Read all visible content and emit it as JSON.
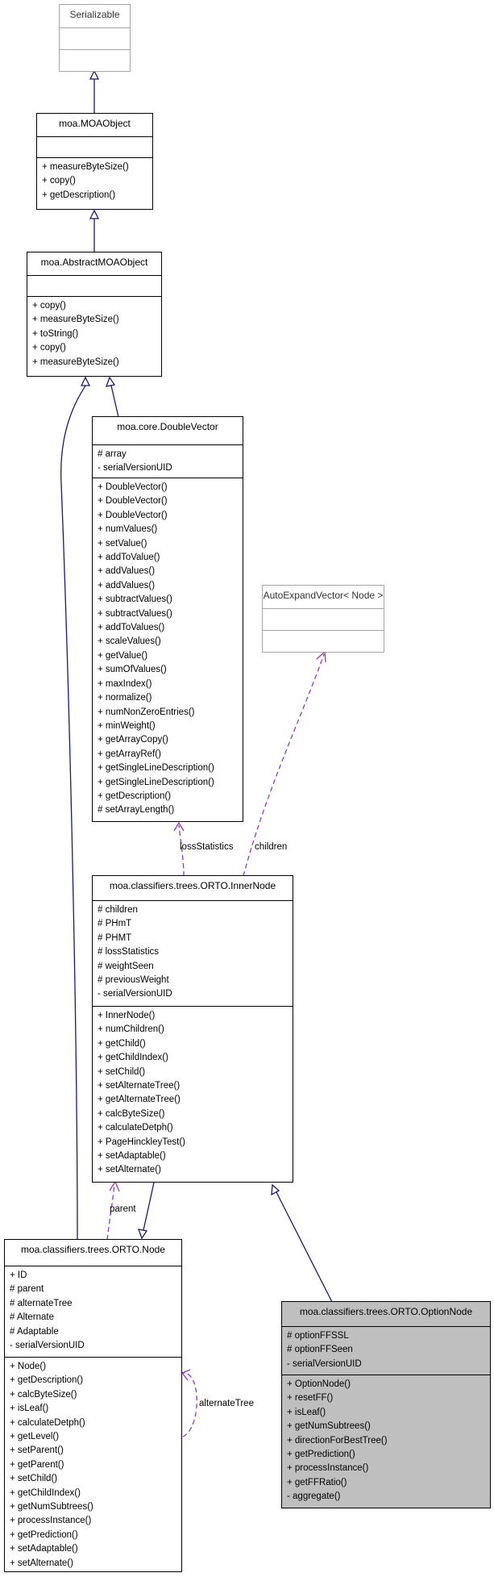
{
  "classes": {
    "serializable": {
      "name": "Serializable",
      "attributes": [],
      "operations": []
    },
    "moa_object": {
      "name": "moa.MOAObject",
      "attributes": [],
      "operations": [
        "+ measureByteSize()",
        "+ copy()",
        "+ getDescription()"
      ]
    },
    "abstract_moa_object": {
      "name": "moa.AbstractMOAObject",
      "attributes": [],
      "operations": [
        "+ copy()",
        "+ measureByteSize()",
        "+ toString()",
        "+ copy()",
        "+ measureByteSize()"
      ]
    },
    "double_vector": {
      "name": "moa.core.DoubleVector",
      "attributes": [
        "# array",
        "- serialVersionUID"
      ],
      "operations": [
        "+ DoubleVector()",
        "+ DoubleVector()",
        "+ DoubleVector()",
        "+ numValues()",
        "+ setValue()",
        "+ addToValue()",
        "+ addValues()",
        "+ addValues()",
        "+ subtractValues()",
        "+ subtractValues()",
        "+ addToValues()",
        "+ scaleValues()",
        "+ getValue()",
        "+ sumOfValues()",
        "+ maxIndex()",
        "+ normalize()",
        "+ numNonZeroEntries()",
        "+ minWeight()",
        "+ getArrayCopy()",
        "+ getArrayRef()",
        "+ getSingleLineDescription()",
        "+ getSingleLineDescription()",
        "+ getDescription()",
        "# setArrayLength()"
      ]
    },
    "auto_expand_vector": {
      "name": "AutoExpandVector< Node >",
      "attributes": [],
      "operations": []
    },
    "inner_node": {
      "name": "moa.classifiers.trees.ORTO.InnerNode",
      "attributes": [
        "# children",
        "# PHmT",
        "# PHMT",
        "# lossStatistics",
        "# weightSeen",
        "# previousWeight",
        "- serialVersionUID"
      ],
      "operations": [
        "+ InnerNode()",
        "+ numChildren()",
        "+ getChild()",
        "+ getChildIndex()",
        "+ setChild()",
        "+ setAlternateTree()",
        "+ getAlternateTree()",
        "+ calcByteSize()",
        "+ calculateDetph()",
        "+ PageHinckleyTest()",
        "+ setAdaptable()",
        "+ setAlternate()"
      ]
    },
    "node": {
      "name": "moa.classifiers.trees.ORTO.Node",
      "attributes": [
        "+ ID",
        "# parent",
        "# alternateTree",
        "# Alternate",
        "# Adaptable",
        "- serialVersionUID"
      ],
      "operations": [
        "+ Node()",
        "+ getDescription()",
        "+ calcByteSize()",
        "+ isLeaf()",
        "+ calculateDetph()",
        "+ getLevel()",
        "+ setParent()",
        "+ getParent()",
        "+ setChild()",
        "+ getChildIndex()",
        "+ getNumSubtrees()",
        "+ processInstance()",
        "+ getPrediction()",
        "+ setAdaptable()",
        "+ setAlternate()"
      ]
    },
    "option_node": {
      "name": "moa.classifiers.trees.ORTO.OptionNode",
      "attributes": [
        "# optionFFSSL",
        "# optionFFSeen",
        "- serialVersionUID"
      ],
      "operations": [
        "+ OptionNode()",
        "+ resetFF()",
        "+ isLeaf()",
        "+ getNumSubtrees()",
        "+ directionForBestTree()",
        "+ getPrediction()",
        "+ processInstance()",
        "+ getFFRatio()",
        "- aggregate()"
      ]
    }
  },
  "edge_labels": {
    "loss_statistics": "lossStatistics",
    "children": "children",
    "parent": "parent",
    "alternate_tree": "alternateTree"
  },
  "colors": {
    "inheritance": "#191970",
    "usage": "#9a32cd",
    "focus_fill": "#bfbfbf",
    "external_border": "#a6a6a6"
  }
}
